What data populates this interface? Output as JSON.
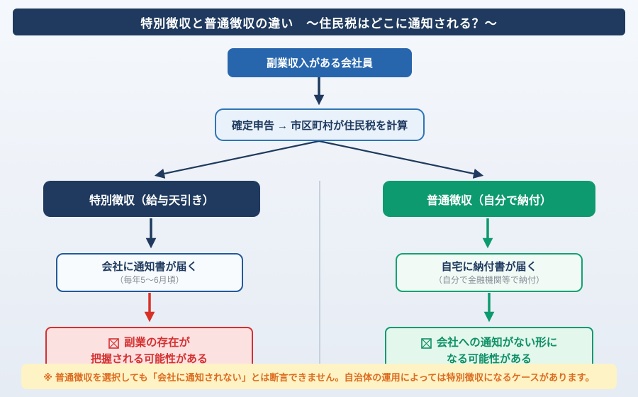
{
  "header": {
    "title": "特別徴収と普通徴収の違い　〜住民税はどこに通知される？〜"
  },
  "flow": {
    "start": {
      "label": "副業収入がある会社員"
    },
    "calc": {
      "label": "確定申告 → 市区町村が住民税を計算"
    },
    "left_branch": {
      "label": "特別徴収（給与天引き）",
      "notice": {
        "title": "会社に通知書が届く",
        "subtitle": "（毎年5〜6月頃）"
      },
      "result": {
        "icon": "boxed-x-icon",
        "line1": "副業の存在が",
        "line2": "把握される可能性がある"
      }
    },
    "right_branch": {
      "label": "普通徴収（自分で納付）",
      "notice": {
        "title": "自宅に納付書が届く",
        "subtitle": "（自分で金融機関等で納付）"
      },
      "result": {
        "icon": "boxed-x-icon",
        "line1": "会社への通知がない形に",
        "line2": "なる可能性がある"
      }
    }
  },
  "footnote": {
    "text": "※ 普通徴収を選択しても「会社に通知されない」とは断言できません。自治体の運用によっては特別徴収になるケースがあります。"
  },
  "colors": {
    "navy": "#1f3a5e",
    "blue": "#2766ad",
    "blue_border": "#2e75b6",
    "green": "#0c9a6e",
    "red": "#d53030",
    "red_fill": "#fce1e1",
    "green_fill": "#e3f7ec",
    "yellow_note": "#fdf3c4",
    "note_text": "#dd6b20",
    "divider": "#c6d0dc"
  }
}
